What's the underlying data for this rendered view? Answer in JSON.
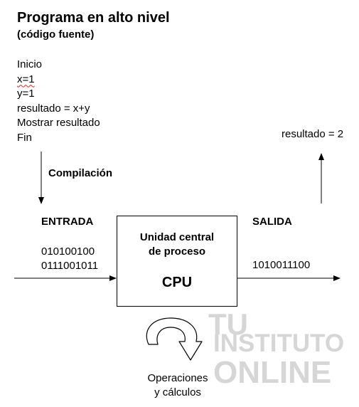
{
  "header": {
    "title": "Programa en alto nivel",
    "subtitle": "(código fuente)"
  },
  "source_code": {
    "lines": [
      "Inicio",
      "x=1",
      "y=1",
      "resultado = x+y",
      "Mostrar resultado",
      "Fin"
    ]
  },
  "labels": {
    "compilation": "Compilación",
    "input": "ENTRADA",
    "output": "SALIDA",
    "result": "resultado = 2",
    "input_binary_1": "010100100",
    "input_binary_2": "0111001011",
    "output_binary": "1010011100",
    "operations_1": "Operaciones",
    "operations_2": "y cálculos"
  },
  "cpu": {
    "line1": "Unidad central",
    "line2": "de proceso",
    "name": "CPU"
  },
  "watermark": {
    "line1": "TU",
    "line2": "INSTITUTO",
    "line3": "ONLINE"
  }
}
